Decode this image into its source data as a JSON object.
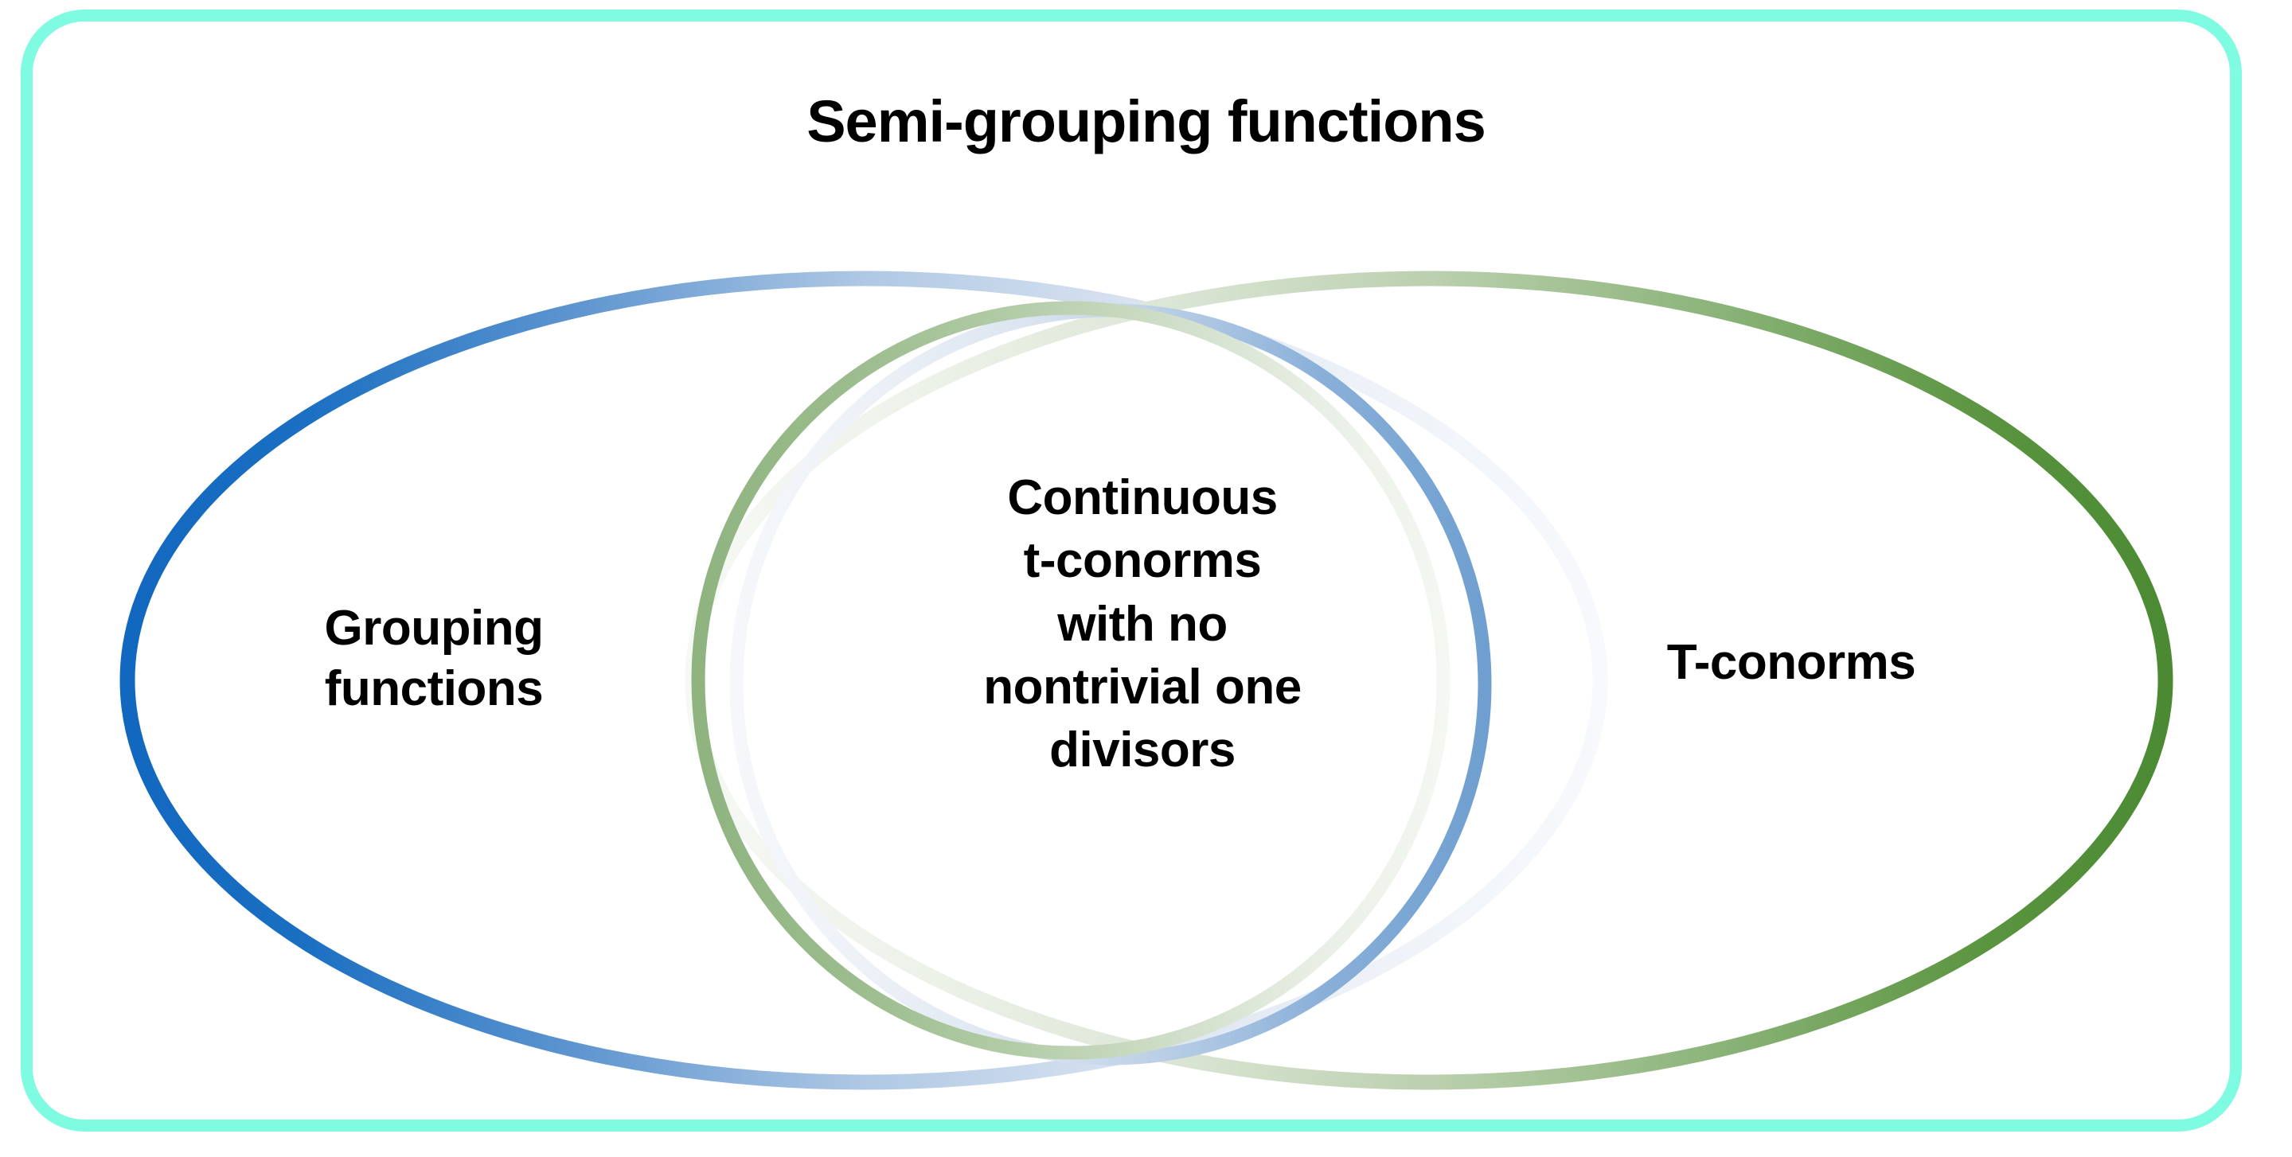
{
  "diagram": {
    "type": "venn",
    "title": "Semi-grouping functions",
    "universe_label": "Semi-grouping functions",
    "sets": [
      {
        "id": "grouping-functions",
        "label": "Grouping functions",
        "label_lines": "Grouping\nfunctions",
        "shape": "ellipse",
        "position": "left",
        "stroke_color_strong": "#1268BF",
        "stroke_color_faded": "#EDF2FA"
      },
      {
        "id": "center-blue-circle",
        "label": "",
        "shape": "circle",
        "position": "center",
        "stroke_color_strong": "#6F9FD0",
        "stroke_color_faded": "#F2F4F7"
      },
      {
        "id": "center-green-circle",
        "label": "",
        "shape": "circle",
        "position": "center",
        "stroke_color_strong": "#8FB480",
        "stroke_color_faded": "#F3F6F1"
      },
      {
        "id": "t-conorms",
        "label": "T-conorms",
        "label_lines": "T-conorms",
        "shape": "ellipse",
        "position": "right",
        "stroke_color_strong": "#4B8A33",
        "stroke_color_faded": "#EEF3EB"
      }
    ],
    "intersection": {
      "id": "continuous-t-conorms-no-nontrivial-one-divisors",
      "label": "Continuous t-conorms with no nontrivial one divisors",
      "label_lines": "Continuous\nt-conorms\nwith no\nnontrivial one\ndivisors"
    },
    "colors": {
      "frame_border": "#7EFBE0",
      "background": "#FFFFFF",
      "text": "#000000",
      "left_set_stroke": "#1268BF",
      "right_set_stroke": "#4B8A33",
      "center_blue_stroke": "#6F9FD0",
      "center_green_stroke": "#8FB480"
    }
  }
}
